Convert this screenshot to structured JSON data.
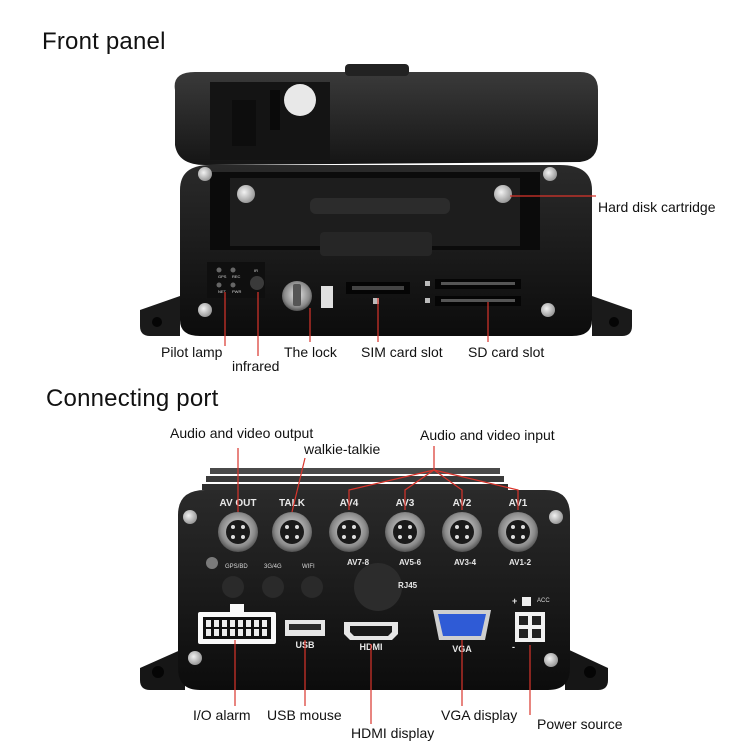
{
  "front_panel": {
    "title": "Front panel",
    "callouts": {
      "hard_disk": "Hard disk cartridge",
      "pilot_lamp": "Pilot lamp",
      "infrared": "infrared",
      "lock": "The lock",
      "sim_slot": "SIM card slot",
      "sd_slot": "SD card slot"
    },
    "silkscreen": {
      "led_labels": [
        "GPS",
        "REC",
        "NET",
        "PWR"
      ],
      "ir_label": "IR"
    }
  },
  "connecting_port": {
    "title": "Connecting port",
    "callouts": {
      "av_output": "Audio and video output",
      "walkie_talkie": "walkie-talkie",
      "av_input": "Audio and video input",
      "io_alarm": "I/O alarm",
      "usb_mouse": "USB mouse",
      "hdmi_display": "HDMI display",
      "vga_display": "VGA display",
      "power_source": "Power source"
    },
    "port_labels": {
      "av_out": "AV OUT",
      "talk": "TALK",
      "av4": "AV4",
      "av3": "AV3",
      "av2": "AV2",
      "av1": "AV1",
      "av78": "AV7-8",
      "av56": "AV5-6",
      "av34": "AV3-4",
      "av12": "AV1-2",
      "gps_bd": "GPS/BD",
      "g34": "3G/4G",
      "wifi": "WIFI",
      "rj45": "RJ45",
      "usb": "USB",
      "hdmi": "HDMI",
      "vga": "VGA",
      "acc": "ACC",
      "plus": "+",
      "minus": "-"
    }
  }
}
